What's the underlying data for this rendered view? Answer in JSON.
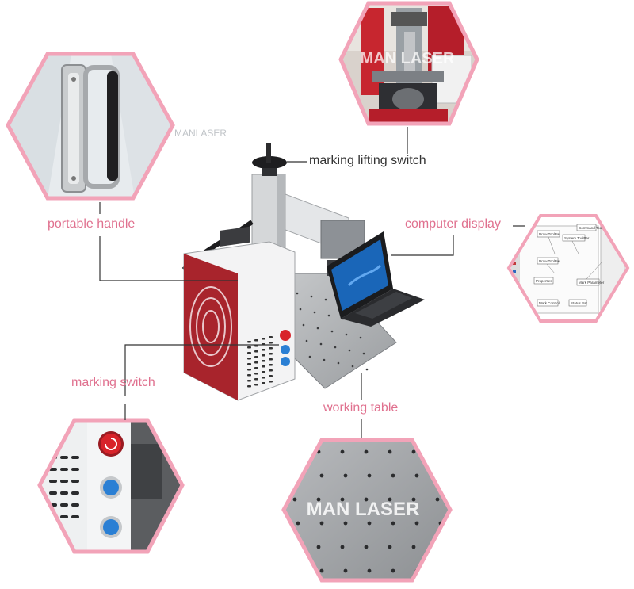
{
  "labels": {
    "marking_lifting_switch": "marking lifting switch",
    "portable_handle": "portable handle",
    "computer_display": "computer display",
    "marking_switch": "marking switch",
    "working_table": "working table"
  },
  "watermarks": {
    "top": "MAN LASER",
    "handle": "MANLASER",
    "table": "MAN LASER"
  },
  "software_labels": [
    "Draw ToolBar",
    "System ToolBar",
    "Command ToolBar",
    "Draw ToolBar",
    "Properties",
    "Mark Parameter",
    "Mark Control",
    "Status Bar"
  ],
  "colors": {
    "hex_border": "#f2a3b8",
    "leader_line": "#333333",
    "label_pink": "#e0718f",
    "machine_red": "#a8242c",
    "emergency_red": "#d8232a",
    "button_blue": "#2a7fd4"
  }
}
